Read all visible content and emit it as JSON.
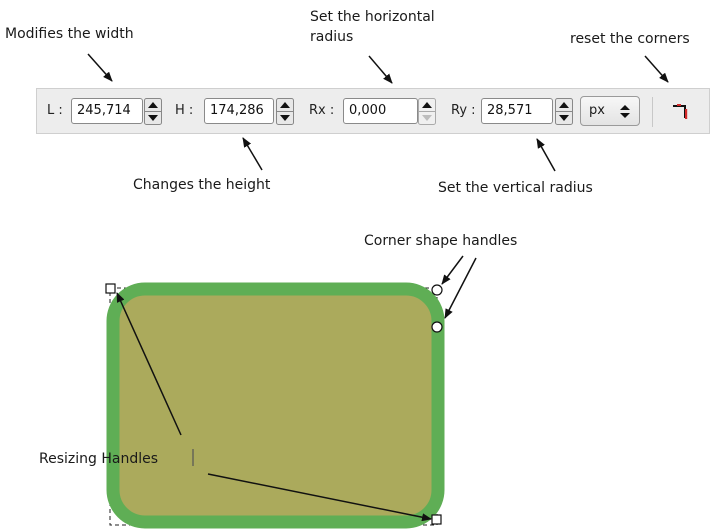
{
  "annotations": {
    "modifies_width": "Modifies the width",
    "set_horizontal": "Set the horizontal",
    "set_horizontal_2": "radius",
    "reset_corners": "reset the corners",
    "changes_height": "Changes the height",
    "set_vertical": "Set the vertical  radius",
    "corner_handles": "Corner shape handles",
    "resizing_handles": "Resizing Handles"
  },
  "toolbar": {
    "width_label": "L :",
    "width_value": "245,714",
    "height_label": "H :",
    "height_value": "174,286",
    "rx_label": "Rx :",
    "rx_value": "0,000",
    "ry_label": "Ry :",
    "ry_value": "28,571",
    "unit_value": "px"
  },
  "colors": {
    "rect_fill": "#ABAA5C",
    "rect_stroke": "#5FAE55",
    "reset_accent": "#d32a2a"
  },
  "icons": [
    "spin-up-icon",
    "spin-down-icon",
    "dropdown-arrows-icon",
    "reset-corners-icon"
  ]
}
